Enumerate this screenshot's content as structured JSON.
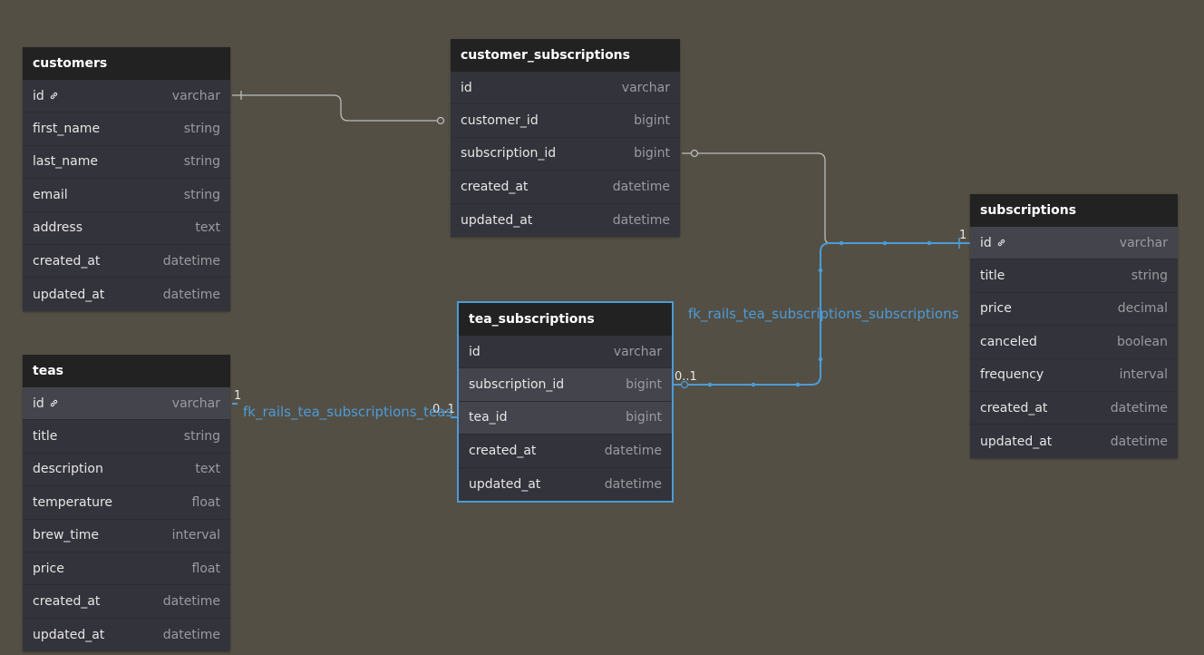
{
  "colors": {
    "background": "#534f45",
    "table_body": "#33333b",
    "table_header": "#222222",
    "highlight_row": "#44444c",
    "link_gray": "#bdbdbd",
    "link_active": "#4d9bd6"
  },
  "tables": [
    {
      "id": "customers",
      "title": "customers",
      "columns": [
        {
          "name": "id",
          "type": "varchar",
          "pk": true
        },
        {
          "name": "first_name",
          "type": "string"
        },
        {
          "name": "last_name",
          "type": "string"
        },
        {
          "name": "email",
          "type": "string"
        },
        {
          "name": "address",
          "type": "text"
        },
        {
          "name": "created_at",
          "type": "datetime"
        },
        {
          "name": "updated_at",
          "type": "datetime"
        }
      ]
    },
    {
      "id": "teas",
      "title": "teas",
      "columns": [
        {
          "name": "id",
          "type": "varchar",
          "pk": true,
          "highlight": true
        },
        {
          "name": "title",
          "type": "string"
        },
        {
          "name": "description",
          "type": "text"
        },
        {
          "name": "temperature",
          "type": "float"
        },
        {
          "name": "brew_time",
          "type": "interval"
        },
        {
          "name": "price",
          "type": "float"
        },
        {
          "name": "created_at",
          "type": "datetime"
        },
        {
          "name": "updated_at",
          "type": "datetime"
        }
      ]
    },
    {
      "id": "customer_subscriptions",
      "title": "customer_subscriptions",
      "columns": [
        {
          "name": "id",
          "type": "varchar"
        },
        {
          "name": "customer_id",
          "type": "bigint"
        },
        {
          "name": "subscription_id",
          "type": "bigint"
        },
        {
          "name": "created_at",
          "type": "datetime"
        },
        {
          "name": "updated_at",
          "type": "datetime"
        }
      ]
    },
    {
      "id": "tea_subscriptions",
      "title": "tea_subscriptions",
      "selected": true,
      "columns": [
        {
          "name": "id",
          "type": "varchar"
        },
        {
          "name": "subscription_id",
          "type": "bigint",
          "highlight": true
        },
        {
          "name": "tea_id",
          "type": "bigint",
          "highlight": true
        },
        {
          "name": "created_at",
          "type": "datetime"
        },
        {
          "name": "updated_at",
          "type": "datetime"
        }
      ]
    },
    {
      "id": "subscriptions",
      "title": "subscriptions",
      "columns": [
        {
          "name": "id",
          "type": "varchar",
          "pk": true,
          "highlight": true
        },
        {
          "name": "title",
          "type": "string"
        },
        {
          "name": "price",
          "type": "decimal"
        },
        {
          "name": "canceled",
          "type": "boolean"
        },
        {
          "name": "frequency",
          "type": "interval"
        },
        {
          "name": "created_at",
          "type": "datetime"
        },
        {
          "name": "updated_at",
          "type": "datetime"
        }
      ]
    }
  ],
  "relationships": [
    {
      "id": "rel-customers",
      "from": "customers.id",
      "to": "customer_subscriptions.customer_id",
      "active": false
    },
    {
      "id": "rel-subs-customer",
      "from": "customer_subscriptions.subscription_id",
      "to": "subscriptions.id",
      "active": false
    },
    {
      "id": "rel-tea-subs-subs",
      "from": "tea_subscriptions.subscription_id",
      "to": "subscriptions.id",
      "active": true,
      "label": "fk_rails_tea_subscriptions_subscriptions",
      "from_cardinality": "0..1",
      "to_cardinality": "1"
    },
    {
      "id": "rel-tea-subs-teas",
      "from": "tea_subscriptions.tea_id",
      "to": "teas.id",
      "active": true,
      "label": "fk_rails_tea_subscriptions_teas",
      "from_cardinality": "0..1",
      "to_cardinality": "1"
    }
  ]
}
